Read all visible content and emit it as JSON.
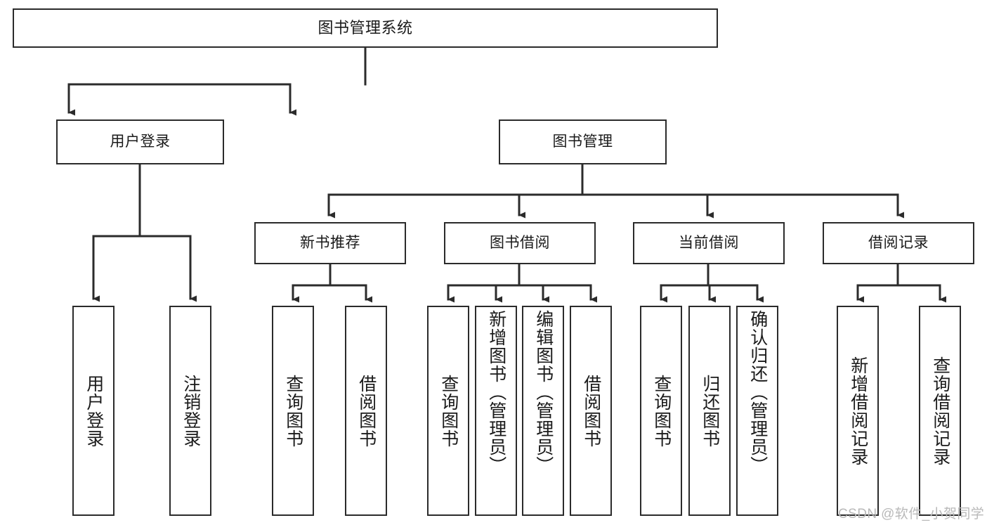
{
  "diagram": {
    "type": "tree-hierarchy-chart",
    "title": "图书管理系统",
    "colors": {
      "box_border": "#2b2b2b",
      "box_fill": "#ffffff",
      "edge": "#2b2b2b",
      "text": "#1a1a1a",
      "watermark": "#b9b9b9",
      "background": "#ffffff"
    },
    "watermark": "CSDN @软件_小贺同学"
  },
  "nodes": {
    "root": {
      "label": "图书管理系统"
    },
    "level2": [
      {
        "label": "用户登录"
      },
      {
        "label": "图书管理"
      }
    ],
    "level3": [
      {
        "label": "新书推荐"
      },
      {
        "label": "图书借阅"
      },
      {
        "label": "当前借阅"
      },
      {
        "label": "借阅记录"
      }
    ],
    "leaves": {
      "user_login": [
        {
          "label": "用户登录"
        },
        {
          "label": "注销登录"
        }
      ],
      "new_book_recommend": [
        {
          "label": "查询图书"
        },
        {
          "label": "借阅图书"
        }
      ],
      "book_borrow": [
        {
          "label": "查询图书"
        },
        {
          "label": "新增图书（管理员）"
        },
        {
          "label": "编辑图书（管理员）"
        },
        {
          "label": "借阅图书"
        }
      ],
      "current_borrow": [
        {
          "label": "查询图书"
        },
        {
          "label": "归还图书"
        },
        {
          "label": "确认归还（管理员）"
        }
      ],
      "borrow_records": [
        {
          "label": "新增借阅记录"
        },
        {
          "label": "查询借阅记录"
        }
      ]
    }
  }
}
